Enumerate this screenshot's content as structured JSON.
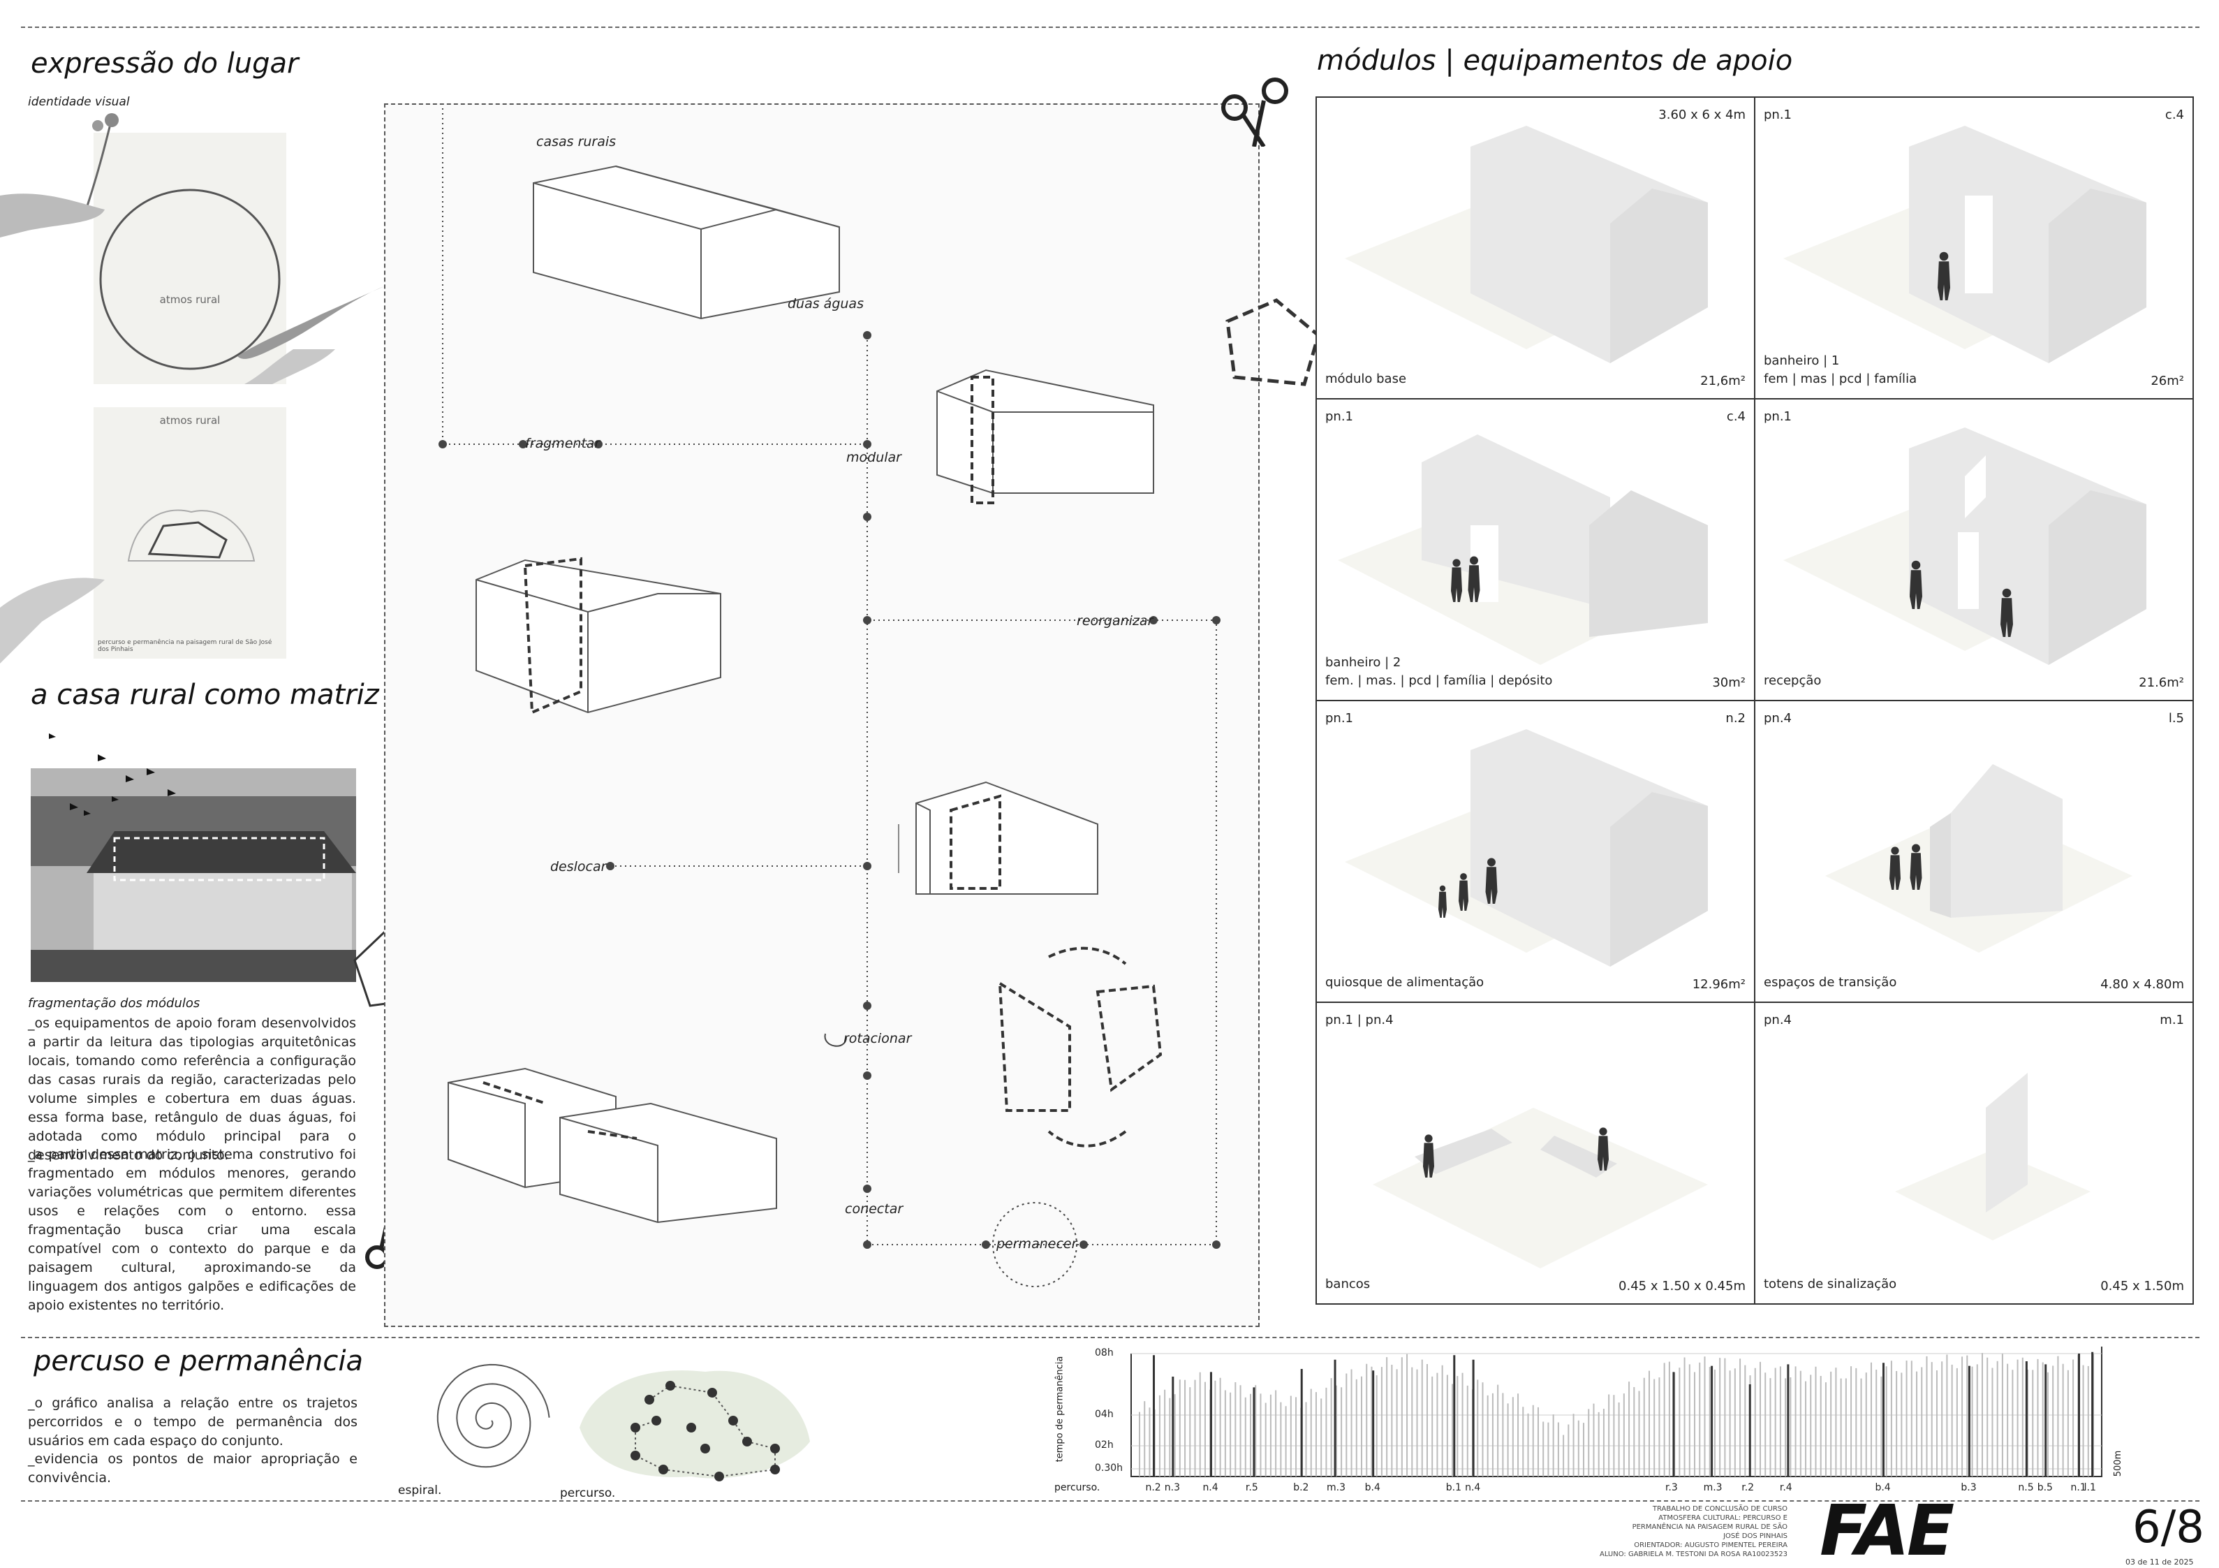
{
  "sections": {
    "lugar": {
      "title": "expressão do lugar",
      "subtitle": "identidade visual",
      "poster1_text": "atmos rural",
      "poster2_title": "atmos rural",
      "poster2_caption": "percurso e permanência na paisagem rural de São José dos Pinhais"
    },
    "matriz": {
      "title": "a casa rural como matriz",
      "subtitle": "fragmentação dos módulos",
      "paragraph1": "_os equipamentos de apoio foram desenvolvidos a partir da leitura das tipologias arquitetônicas locais, tomando como referência a configuração das casas rurais da região, caracterizadas pelo volume simples e cobertura em duas águas. essa forma base, retângulo de duas águas, foi adotada como módulo principal para o desenvolvimento do conjunto.",
      "paragraph2": "_a partir dessa matriz, o sistema construtivo foi fragmentado em módulos menores, gerando variações volumétricas que permitem diferentes usos e relações com o entorno. essa fragmentação busca criar uma escala compatível com o contexto do parque e da paisagem cultural, aproximando-se da linguagem dos antigos galpões e edificações de apoio existentes no território."
    },
    "diagram": {
      "casas_rurais": "casas rurais",
      "duas_aguas": "duas águas",
      "fragmentar": "fragmentar",
      "modular": "modular",
      "reorganizar": "reorganizar",
      "deslocar": "deslocar",
      "rotacionar": "rotacionar",
      "conectar": "conectar",
      "permanecer": "permanecer"
    },
    "modulos": {
      "title": "módulos | equipamentos de apoio",
      "cells": [
        {
          "tl": "",
          "tr": "3.60 x 6 x 4m",
          "bl": "módulo base",
          "br": "21,6m²"
        },
        {
          "tl": "pn.1",
          "tr": "c.4",
          "bl": "banheiro | 1\nfem | mas | pcd | família",
          "br": "26m²"
        },
        {
          "tl": "pn.1",
          "tr": "c.4",
          "bl": "banheiro | 2\nfem. | mas. | pcd | família | depósito",
          "br": "30m²"
        },
        {
          "tl": "pn.1",
          "tr": "",
          "bl": "recepção",
          "br": "21.6m²"
        },
        {
          "tl": "pn.1",
          "tr": "n.2",
          "bl": "quiosque de alimentação",
          "br": "12.96m²"
        },
        {
          "tl": "pn.4",
          "tr": "l.5",
          "bl": "espaços de transição",
          "br": "4.80 x 4.80m"
        },
        {
          "tl": "pn.1 | pn.4",
          "tr": "",
          "bl": "bancos",
          "br": "0.45 x 1.50 x 0.45m"
        },
        {
          "tl": "pn.4",
          "tr": "m.1",
          "bl": "totens de sinalização",
          "br": "0.45 x 1.50m"
        }
      ]
    },
    "percurso": {
      "title": "percuso e permanência",
      "paragraph1": "_o gráfico analisa a relação entre os trajetos percorridos e o tempo de permanência dos usuários em cada espaço do conjunto.",
      "paragraph2": "_evidencia os pontos de maior apropriação e convivência.",
      "espiral_label": "espiral.",
      "percurso_label": "percurso."
    }
  },
  "chart_data": {
    "type": "bar",
    "ylabel": "tempo de permanência",
    "xlabel": "percurso.",
    "right_label": "500m",
    "y_ticks": [
      "08h",
      "04h",
      "02h",
      "0.30h"
    ],
    "ylim": [
      0,
      8
    ],
    "x_markers": [
      "n.2",
      "n.3",
      "n.4",
      "r.5",
      "b.2",
      "m.3",
      "b.4",
      "b.1",
      "n.4",
      "r.3",
      "m.3",
      "r.2",
      "r.4",
      "b.4",
      "b.3",
      "n.5",
      "b.5",
      "n.1",
      "l.1"
    ],
    "marker_values": [
      7.9,
      6.5,
      6.8,
      5.8,
      7.0,
      7.6,
      6.9,
      7.9,
      7.6,
      6.8,
      7.2,
      6.0,
      7.3,
      7.4,
      7.2,
      7.5,
      7.3,
      8.0,
      8.1
    ],
    "background_profile": [
      4.2,
      6.4,
      5.6,
      4.8,
      6.6,
      7.6,
      6.4,
      5.2,
      3.2,
      5.2,
      7.2,
      7.4,
      6.8,
      6.6,
      7.0,
      7.4,
      7.6,
      7.2,
      7.6
    ]
  },
  "footer": {
    "credits": "TRABALHO DE CONCLUSÃO DE CURSO\nATMOSFERA CULTURAL: PERCURSO E\nPERMANÊNCIA NA PAISAGEM RURAL DE SÃO\nJOSÉ DOS PINHAIS\nORIENTADOR: AUGUSTO PIMENTEL PEREIRA\nALUNO: GABRIELA M. TESTONI DA ROSA RA10023523",
    "logo": "FAE",
    "page": "6/8",
    "date": "03 de 11 de 2025"
  }
}
